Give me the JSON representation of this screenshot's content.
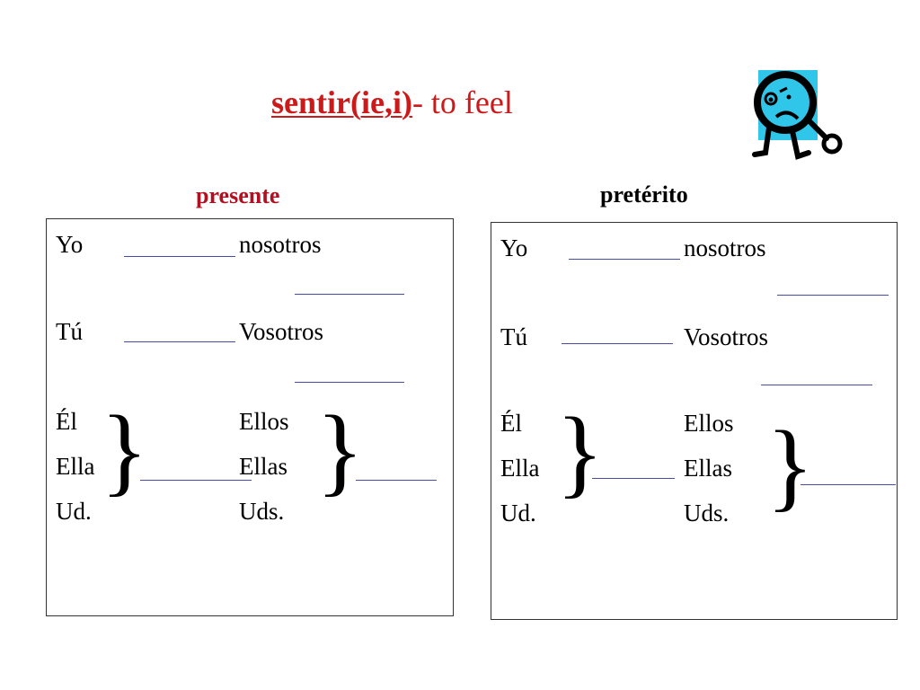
{
  "title": {
    "verb": "sentir(ie,i)",
    "rest": "- to feel"
  },
  "mascot": {
    "icon": "confused-face-character-icon",
    "color": "#2fc6ea"
  },
  "presente": {
    "heading": "presente",
    "yo": "Yo",
    "nosotros": "nosotros",
    "tu": "Tú",
    "vosotros": "Vosotros",
    "el": "Él",
    "ella": "Ella",
    "ud": "Ud.",
    "ellos": "Ellos",
    "ellas": "Ellas",
    "uds": "Uds.",
    "brace": "}"
  },
  "preterito": {
    "heading": "pretérito",
    "yo": "Yo",
    "nosotros": "nosotros",
    "tu": "Tú",
    "vosotros": "Vosotros",
    "el": "Él",
    "ella": "Ella",
    "ud": "Ud.",
    "ellos": "Ellos",
    "ellas": "Ellas",
    "uds": "Uds.",
    "brace": "}"
  },
  "colors": {
    "heading_red": "#b01020",
    "blank_line": "#4a4aa8"
  }
}
